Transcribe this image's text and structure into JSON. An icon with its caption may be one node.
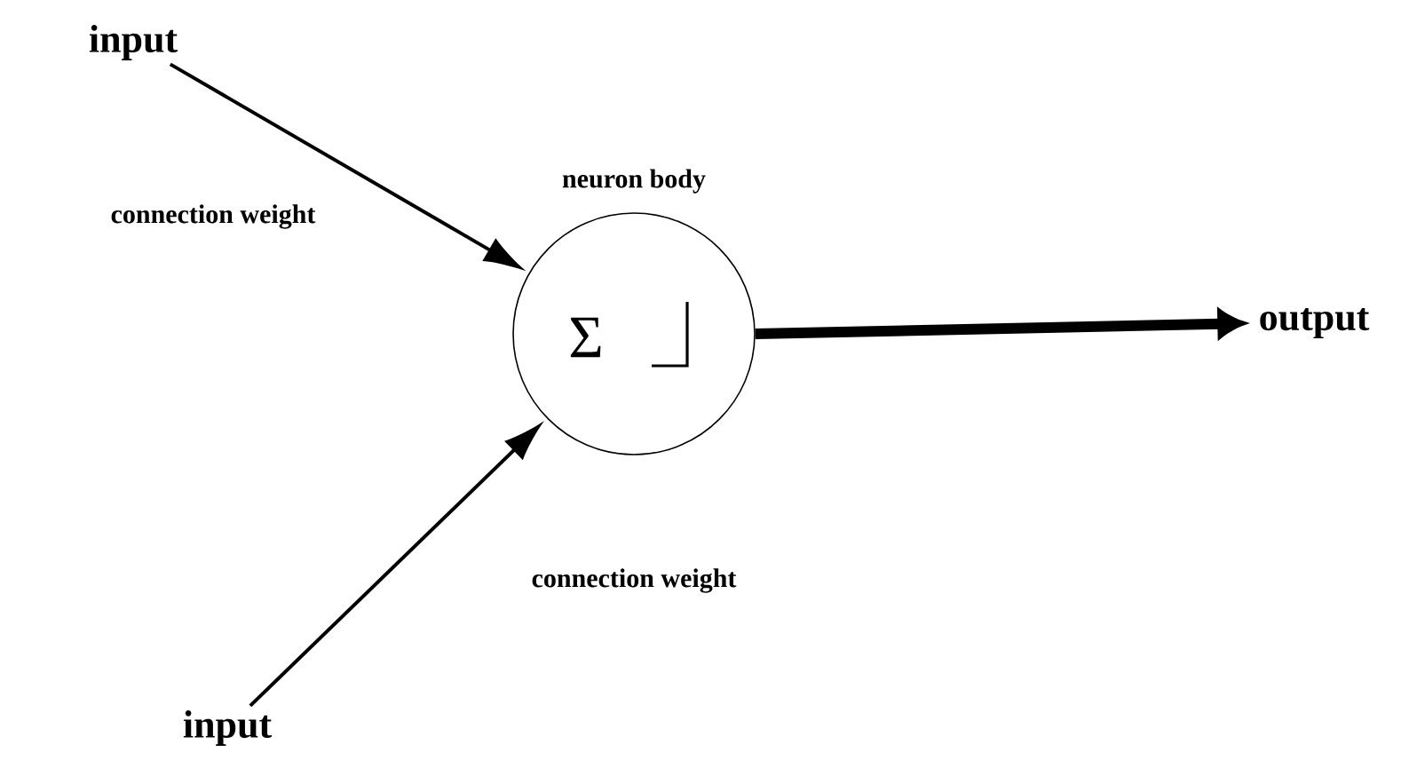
{
  "diagram": {
    "nodes": [
      {
        "text": [
          "input"
        ]
      },
      {
        "text": [
          "Σ"
        ],
        "beside": [
          "neuron body"
        ]
      },
      {
        "text": [
          "output"
        ]
      },
      {
        "text": [
          "input"
        ]
      }
    ],
    "edges": [
      {
        "from": 0,
        "to": 1,
        "arrow": "to",
        "label": "connection weight"
      },
      {
        "from": 3,
        "to": 1,
        "arrow": "to",
        "label": "connection weight"
      },
      {
        "from": 1,
        "to": 2,
        "arrow": "to",
        "style": "thick"
      }
    ]
  }
}
